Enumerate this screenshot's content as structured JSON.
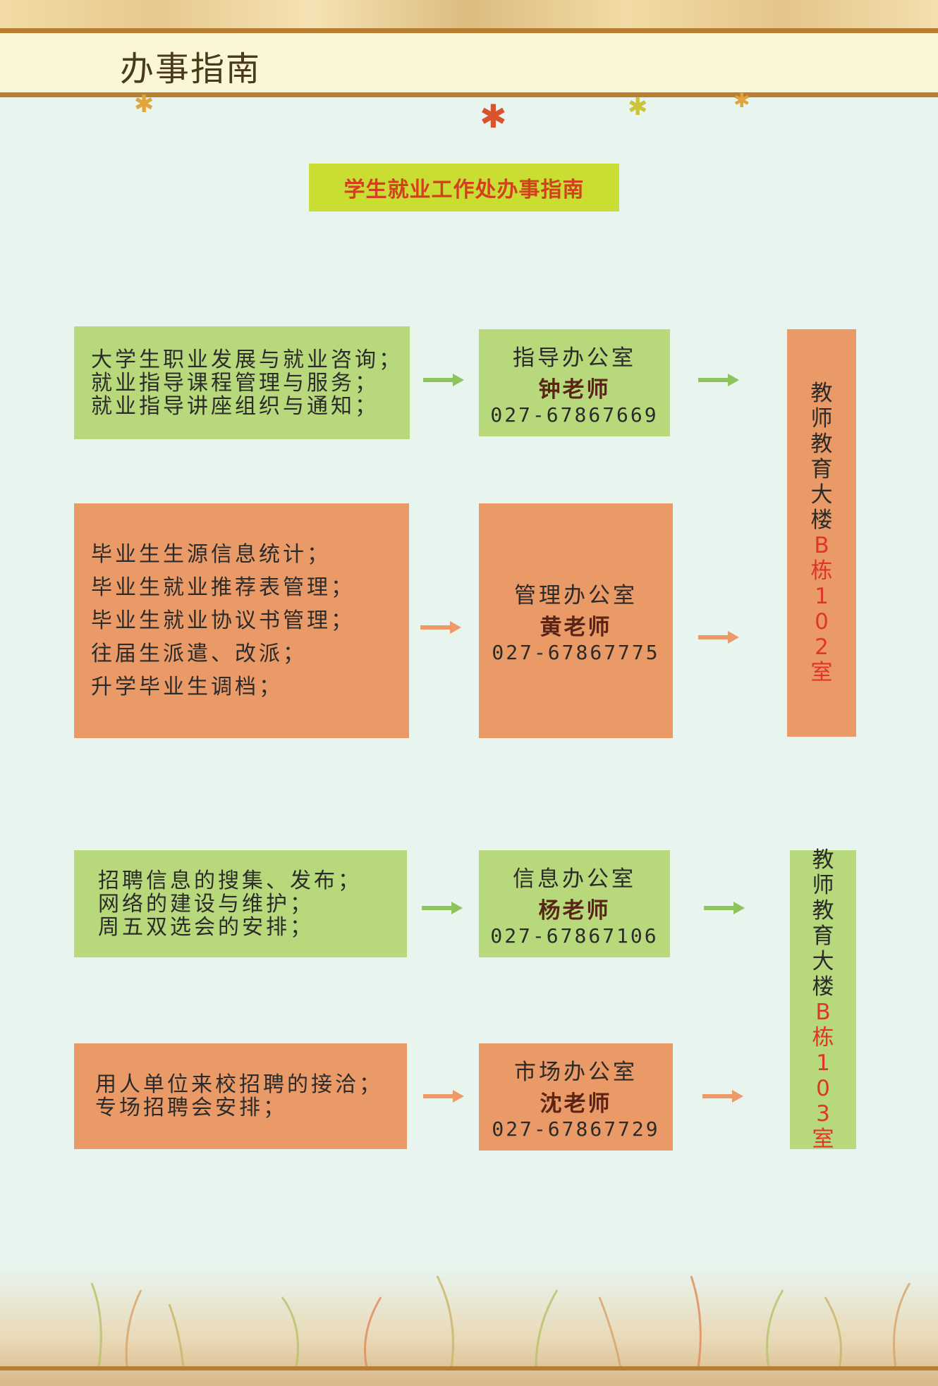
{
  "header": {
    "title": "办事指南"
  },
  "subtitle": "学生就业工作处办事指南",
  "colors": {
    "green": "#b7d97c",
    "orange": "#ea9a67",
    "highlight": "#e0352a",
    "subtitle_bg": "#c9dd33"
  },
  "groups": [
    {
      "description": [
        "大学生职业发展与就业咨询；",
        "就业指导课程管理与服务；",
        "就业指导讲座组织与通知；"
      ],
      "office": "指导办公室",
      "teacher": "钟老师",
      "phone": "027-67867669"
    },
    {
      "description": [
        "毕业生生源信息统计；",
        "毕业生就业推荐表管理；",
        "毕业生就业协议书管理；",
        "往届生派遣、改派；",
        "升学毕业生调档；"
      ],
      "office": "管理办公室",
      "teacher": "黄老师",
      "phone": "027-67867775"
    },
    {
      "description": [
        "招聘信息的搜集、发布；",
        "网络的建设与维护；",
        "周五双选会的安排；"
      ],
      "office": "信息办公室",
      "teacher": "杨老师",
      "phone": "027-67867106"
    },
    {
      "description": [
        "用人单位来校招聘的接洽；",
        "专场招聘会安排；"
      ],
      "office": "市场办公室",
      "teacher": "沈老师",
      "phone": "027-67867729"
    }
  ],
  "locations": [
    {
      "building": [
        "教",
        "师",
        "教",
        "育",
        "大",
        "楼"
      ],
      "room": [
        "B",
        "栋",
        "1",
        "0",
        "2",
        "室"
      ]
    },
    {
      "building": [
        "教",
        "师",
        "教",
        "育",
        "大",
        "楼"
      ],
      "room": [
        "B",
        "栋",
        "1",
        "0",
        "3",
        "室"
      ]
    }
  ]
}
